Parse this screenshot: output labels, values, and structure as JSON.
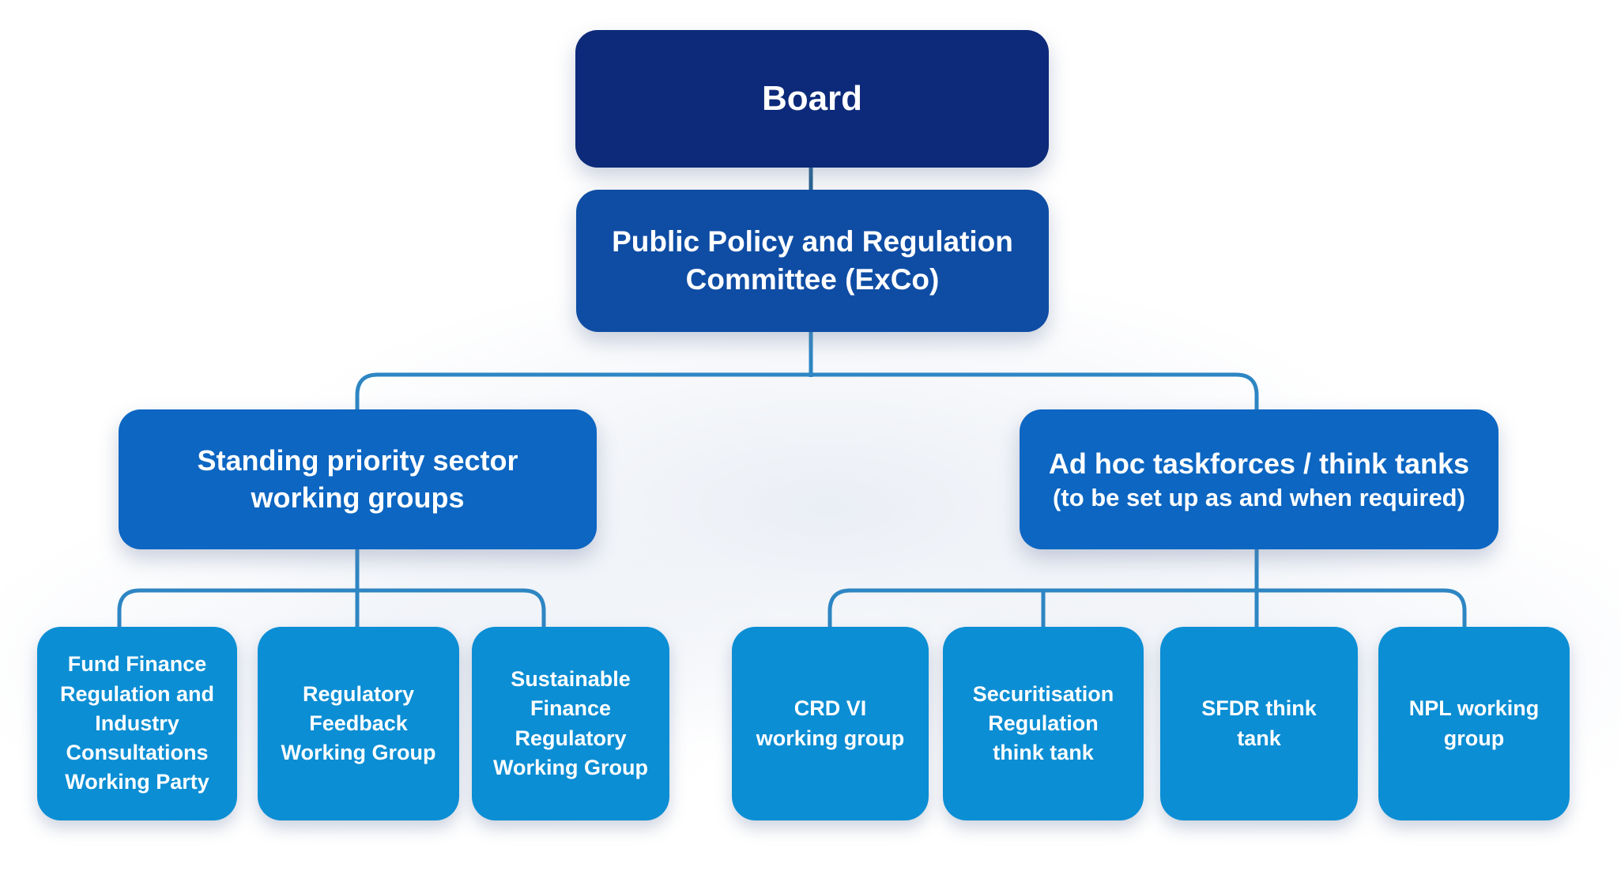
{
  "colors": {
    "board": "#0d2a7a",
    "committee": "#0f4da4",
    "branch": "#0c66c2",
    "leaf": "#0b8ed4",
    "wire": "#2e86c3",
    "wire_dark": "#24618f",
    "text": "#ffffff"
  },
  "nodes": {
    "board": {
      "label": "Board"
    },
    "committee": {
      "label": "Public Policy and Regulation\nCommittee (ExCo)"
    },
    "standing": {
      "label": "Standing priority sector\nworking groups",
      "children": [
        {
          "label": "Fund Finance\nRegulation and\nIndustry\nConsultations\nWorking Party"
        },
        {
          "label": "Regulatory\nFeedback\nWorking Group"
        },
        {
          "label": "Sustainable\nFinance\nRegulatory\nWorking Group"
        }
      ]
    },
    "adhoc": {
      "label": "Ad hoc taskforces / think tanks",
      "sublabel": "(to be set up as and when required)",
      "children": [
        {
          "label": "CRD VI\nworking group"
        },
        {
          "label": "Securitisation\nRegulation\nthink tank"
        },
        {
          "label": "SFDR think\ntank"
        },
        {
          "label": "NPL working\ngroup"
        }
      ]
    }
  }
}
